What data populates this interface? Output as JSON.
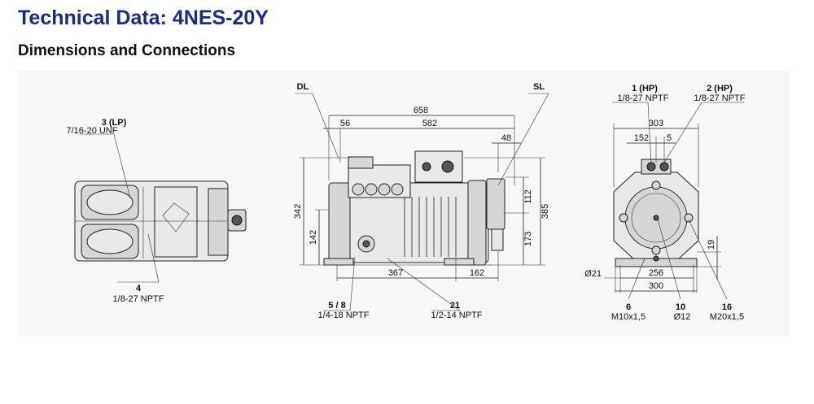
{
  "header": {
    "title": "Technical Data: 4NES-20Y",
    "subtitle": "Dimensions and Connections"
  },
  "top_view": {
    "conn_3_id": "3 (LP)",
    "conn_3_spec": "7/16-20 UNF",
    "conn_4_id": "4",
    "conn_4_spec": "1/8-27 NPTF"
  },
  "side_view": {
    "dl": "DL",
    "sl": "SL",
    "dims": {
      "d658": "658",
      "d56": "56",
      "d582": "582",
      "d48": "48",
      "d342": "342",
      "d142": "142",
      "d112": "112",
      "d385": "385",
      "d173": "173",
      "d367": "367",
      "d162": "162"
    },
    "conn_58_id": "5 / 8",
    "conn_58_spec": "1/4-18 NPTF",
    "conn_21_id": "21",
    "conn_21_spec": "1/2-14 NPTF"
  },
  "end_view": {
    "conn_1_id": "1 (HP)",
    "conn_1_spec": "1/8-27 NPTF",
    "conn_2_id": "2 (HP)",
    "conn_2_spec": "1/8-27 NPTF",
    "dims": {
      "d303": "303",
      "d152": "152",
      "d5": "5",
      "d19": "19",
      "d21": "Ø21",
      "d256": "256",
      "d300": "300"
    },
    "conn_6_id": "6",
    "conn_6_spec": "M10x1,5",
    "conn_10_id": "10",
    "conn_10_spec": "Ø12",
    "conn_16_id": "16",
    "conn_16_spec": "M20x1,5"
  }
}
